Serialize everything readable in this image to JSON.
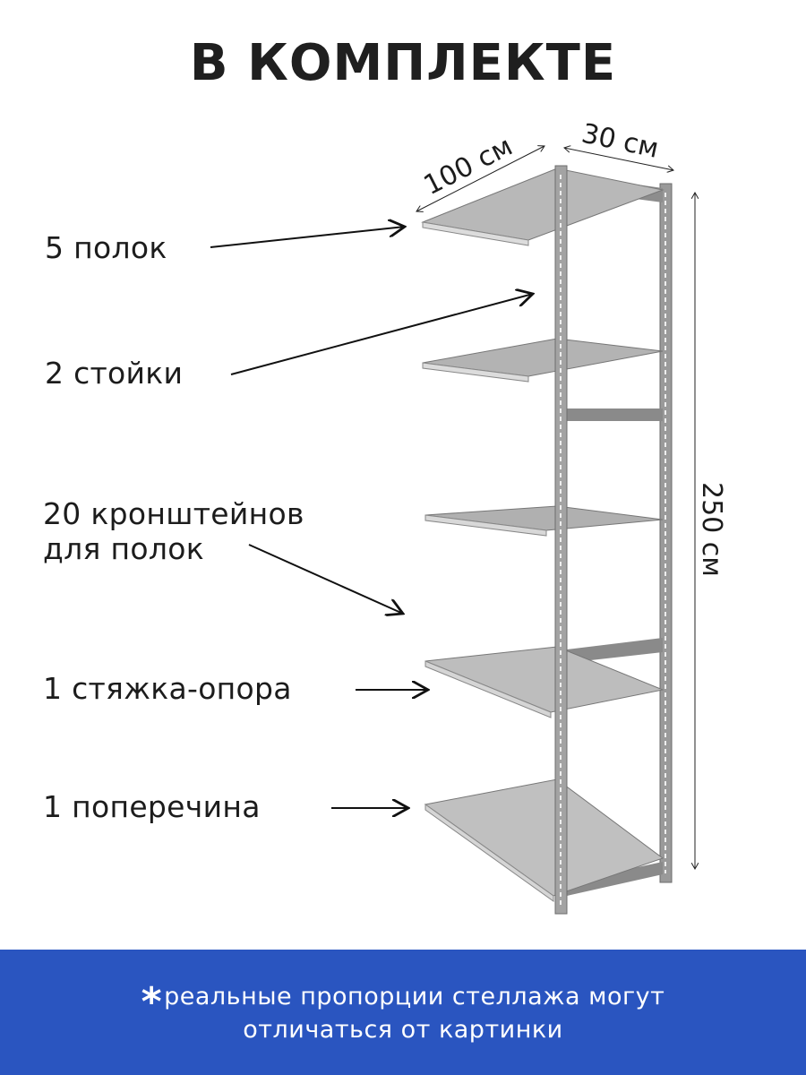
{
  "title": "В КОМПЛЕКТЕ",
  "items": [
    {
      "label": "5 полок"
    },
    {
      "label": "2 стойки"
    },
    {
      "label_line1": "20 кронштейнов",
      "label_line2": "для полок"
    },
    {
      "label": "1 стяжка-опора"
    },
    {
      "label": "1 поперечина"
    }
  ],
  "dimensions": {
    "length": "100 см",
    "depth": "30 см",
    "height": "250 см"
  },
  "footer": {
    "asterisk": "*",
    "line1": "реальные пропорции стеллажа могут",
    "line2": "отличаться от картинки"
  },
  "colors": {
    "footer_bg": "#2a55c0",
    "metal": "#a9a9a9",
    "text": "#1c1c1c"
  }
}
